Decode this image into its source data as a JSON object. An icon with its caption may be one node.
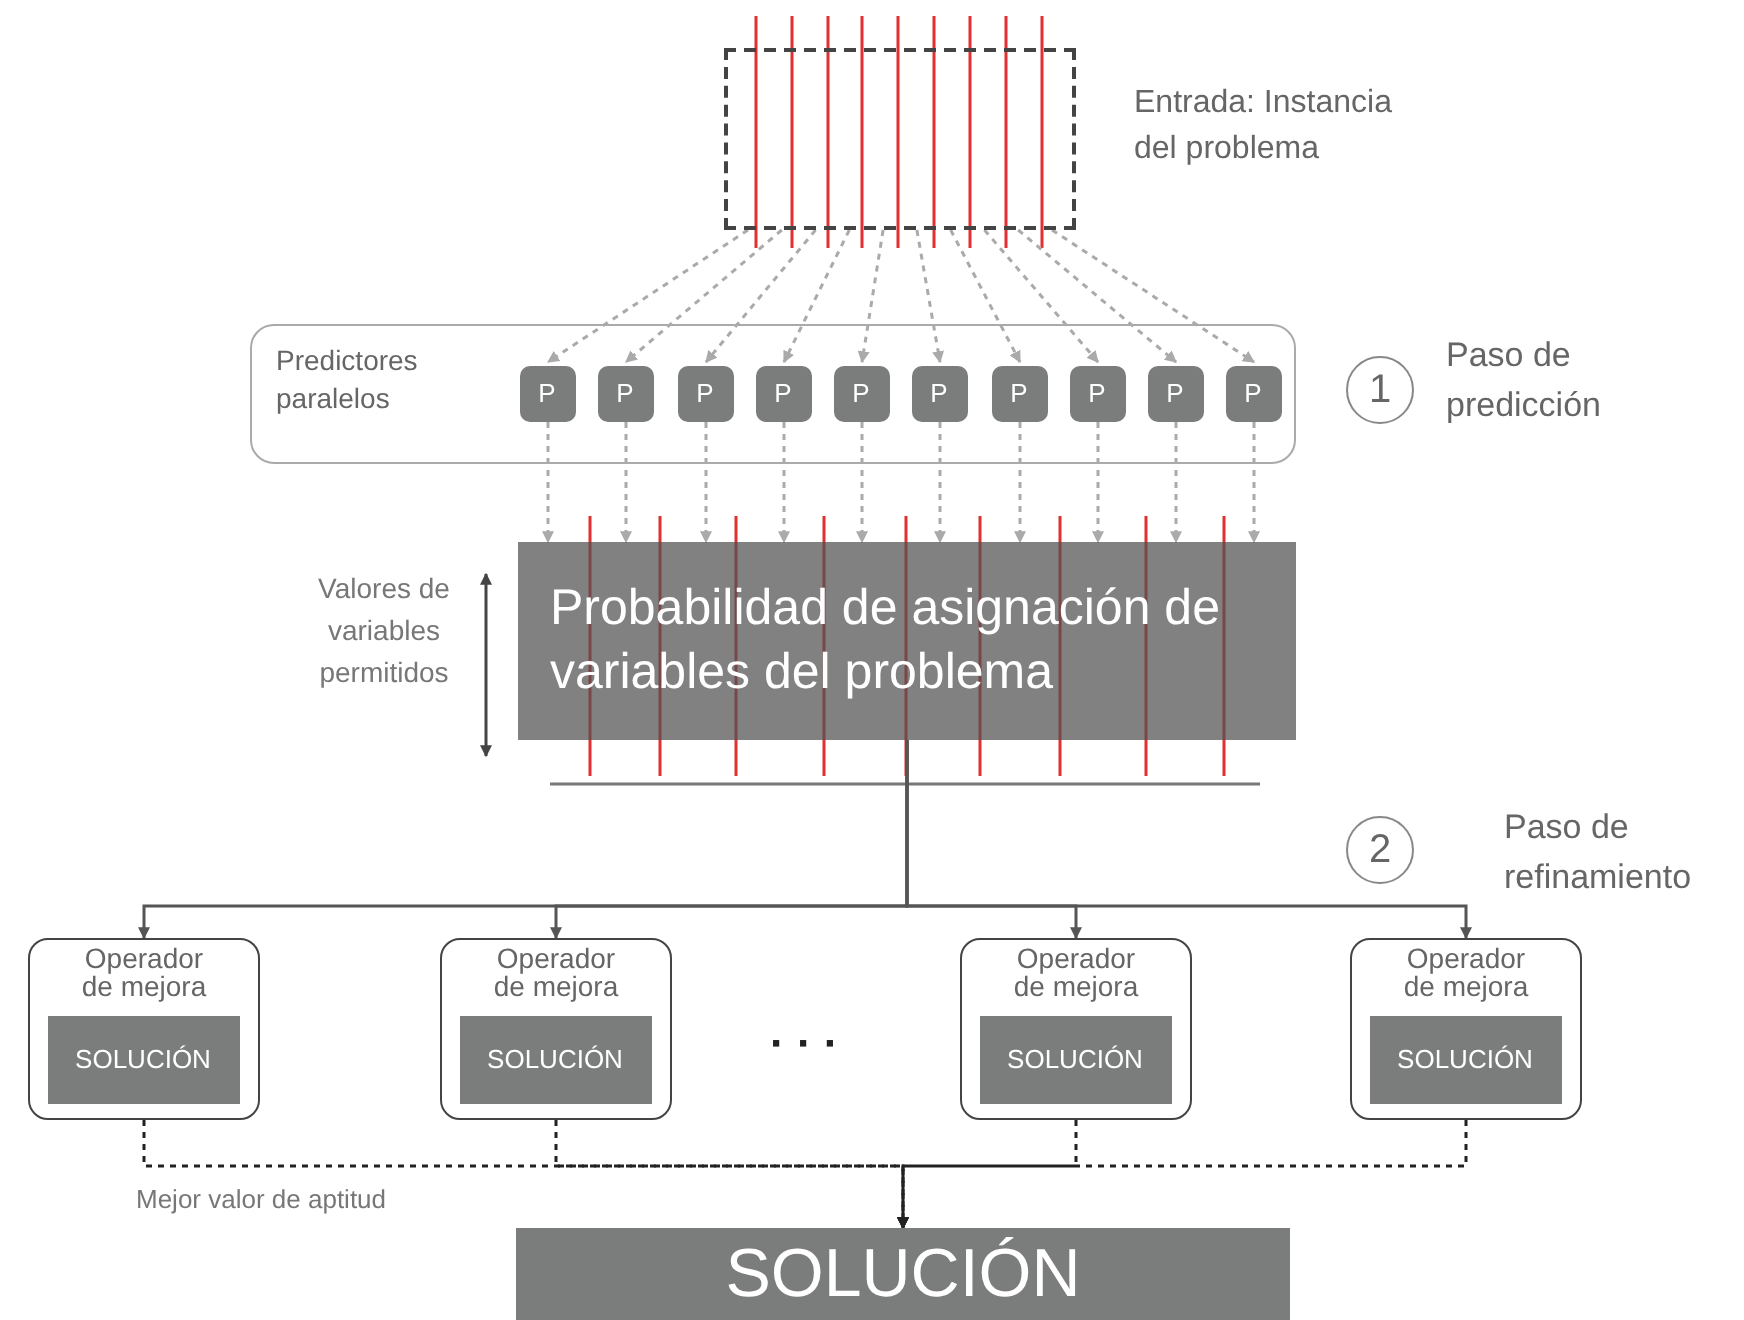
{
  "diagram": {
    "nodes": [
      {
        "text": [],
        "shape": "box",
        "beside": [
          "Entrada: Instancia del problema"
        ]
      },
      {
        "text": [
          "Predictores paralelos"
        ]
      },
      {
        "text": [
          "P"
        ],
        "in": 1
      },
      {
        "text": [
          "P"
        ],
        "in": 1
      },
      {
        "text": [
          "P"
        ],
        "in": 1
      },
      {
        "text": [
          "P"
        ],
        "in": 1
      },
      {
        "text": [
          "P"
        ],
        "in": 1
      },
      {
        "text": [
          "P"
        ],
        "in": 1
      },
      {
        "text": [
          "P"
        ],
        "in": 1
      },
      {
        "text": [
          "P"
        ],
        "in": 1
      },
      {
        "text": [
          "P"
        ],
        "in": 1
      },
      {
        "text": [
          "P"
        ],
        "in": 1
      },
      {
        "text": [
          "Probabilidad de asignación de variables del problema"
        ]
      },
      {
        "text": [
          "Operador de mejora"
        ]
      },
      {
        "text": [
          "SOLUCIÓN"
        ],
        "in": 13
      },
      {
        "text": [
          "Operador de mejora"
        ]
      },
      {
        "text": [
          "SOLUCIÓN"
        ],
        "in": 15
      },
      {
        "text": [
          "Operador de mejora"
        ]
      },
      {
        "text": [
          "SOLUCIÓN"
        ],
        "in": 17
      },
      {
        "text": [
          "Operador de mejora"
        ]
      },
      {
        "text": [
          "SOLUCIÓN"
        ],
        "in": 19
      },
      {
        "text": [
          "SOLUCIÓN"
        ]
      },
      {
        "text": [
          "1"
        ],
        "beside": [
          "Paso de predicción"
        ]
      },
      {
        "text": [
          "2"
        ],
        "beside": [
          "Paso de refinamiento"
        ]
      }
    ],
    "edges": [
      {
        "from": 0,
        "to": 2,
        "arrow": "to",
        "style": "dashed"
      },
      {
        "from": 0,
        "to": 3,
        "arrow": "to",
        "style": "dashed"
      },
      {
        "from": 0,
        "to": 4,
        "arrow": "to",
        "style": "dashed"
      },
      {
        "from": 0,
        "to": 5,
        "arrow": "to",
        "style": "dashed"
      },
      {
        "from": 0,
        "to": 6,
        "arrow": "to",
        "style": "dashed"
      },
      {
        "from": 0,
        "to": 7,
        "arrow": "to",
        "style": "dashed"
      },
      {
        "from": 0,
        "to": 8,
        "arrow": "to",
        "style": "dashed"
      },
      {
        "from": 0,
        "to": 9,
        "arrow": "to",
        "style": "dashed"
      },
      {
        "from": 0,
        "to": 10,
        "arrow": "to",
        "style": "dashed"
      },
      {
        "from": 0,
        "to": 11,
        "arrow": "to",
        "style": "dashed"
      },
      {
        "from": 2,
        "to": 12,
        "arrow": "to",
        "style": "dashed"
      },
      {
        "from": 3,
        "to": 12,
        "arrow": "to",
        "style": "dashed"
      },
      {
        "from": 4,
        "to": 12,
        "arrow": "to",
        "style": "dashed"
      },
      {
        "from": 5,
        "to": 12,
        "arrow": "to",
        "style": "dashed"
      },
      {
        "from": 6,
        "to": 12,
        "arrow": "to",
        "style": "dashed"
      },
      {
        "from": 7,
        "to": 12,
        "arrow": "to",
        "style": "dashed"
      },
      {
        "from": 8,
        "to": 12,
        "arrow": "to",
        "style": "dashed"
      },
      {
        "from": 9,
        "to": 12,
        "arrow": "to",
        "style": "dashed"
      },
      {
        "from": 10,
        "to": 12,
        "arrow": "to",
        "style": "dashed"
      },
      {
        "from": 11,
        "to": 12,
        "arrow": "to",
        "style": "dashed"
      },
      {
        "from": 12,
        "to": 13,
        "arrow": "to",
        "color": "#555555"
      },
      {
        "from": 12,
        "to": 15,
        "arrow": "to",
        "color": "#555555"
      },
      {
        "from": 12,
        "to": 17,
        "arrow": "to",
        "color": "#555555"
      },
      {
        "from": 12,
        "to": 19,
        "arrow": "to",
        "color": "#555555"
      },
      {
        "from": 13,
        "to": 21,
        "arrow": "to",
        "style": "dashed",
        "color": "#222222"
      },
      {
        "from": 15,
        "to": 21,
        "arrow": "to",
        "style": "dashed",
        "color": "#222222"
      },
      {
        "from": 17,
        "to": 21,
        "arrow": "to",
        "style": "dashed",
        "color": "#222222"
      },
      {
        "from": 19,
        "to": 21,
        "arrow": "to",
        "style": "dashed",
        "color": "#222222"
      }
    ],
    "labels": [
      "Valores de variables permitidos",
      "· · ·",
      "Mejor valor de aptitud"
    ]
  }
}
